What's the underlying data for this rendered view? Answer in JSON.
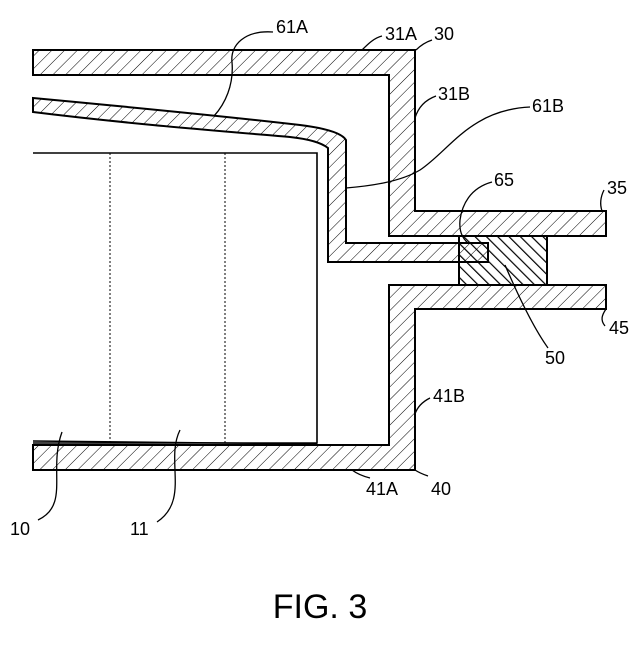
{
  "figure": {
    "caption": "FIG. 3",
    "labels": {
      "l61A": "61A",
      "l31A": "31A",
      "l30": "30",
      "l31B": "31B",
      "l61B": "61B",
      "l65": "65",
      "l35": "35",
      "l45": "45",
      "l50": "50",
      "l41B": "41B",
      "l41A": "41A",
      "l40": "40",
      "l10": "10",
      "l11": "11"
    }
  }
}
